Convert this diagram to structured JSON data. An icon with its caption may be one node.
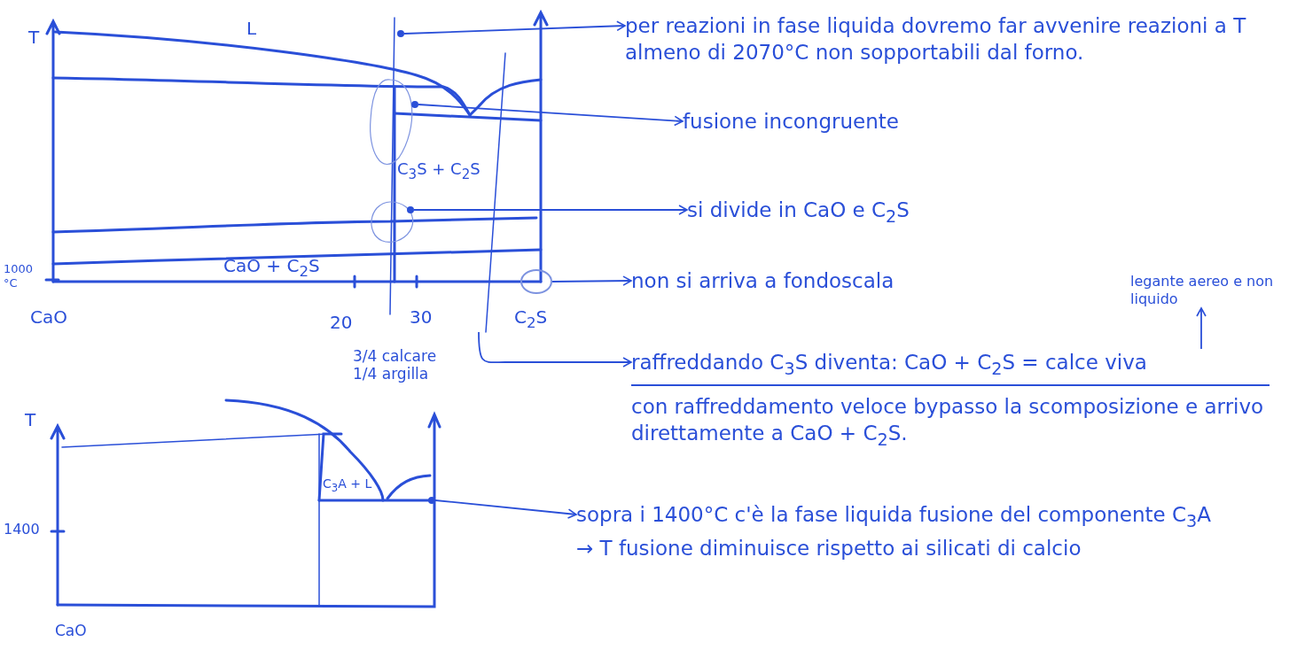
{
  "diagram": {
    "nodes": [
      {
        "text": [],
        "shape": "picture"
      },
      {
        "text": [],
        "shape": "circle",
        "in": 0
      },
      {
        "text": [
          "per reazioni in fase liquida dovremo far avvenire reazioni a T almeno di 2070°C non sopportabili dal forno."
        ]
      },
      {
        "text": [],
        "shape": "circle",
        "in": 0
      },
      {
        "text": [
          "fusione incongruente"
        ]
      },
      {
        "text": [],
        "shape": "circle",
        "in": 0
      },
      {
        "text": [
          "si divide in CaO e C$_{2}$S"
        ]
      },
      {
        "text": [],
        "shape": "circle",
        "in": 0
      },
      {
        "text": [
          "non si arriva a fondoscala"
        ]
      },
      {
        "text": [
          "raffreddando C$_{3}$S diventa: CaO + C$_{2}$S = calce viva"
        ],
        "beside": [
          "con raffreddamento veloce bypasso la scomposizione e arrivo direttamente a CaO + C$_{2}$S."
        ]
      },
      {
        "text": [
          "legante aereo e non liquido"
        ]
      },
      {
        "text": [],
        "shape": "picture"
      },
      {
        "text": [],
        "shape": "circle",
        "in": 11
      },
      {
        "text": [
          "sopra i 1400°C c'è la fase liquida fusione del componente C$_{3}$A → T fusione diminuisce rispetto ai silicati di calcio"
        ]
      }
    ],
    "edges": [
      {
        "from": 1,
        "to": 2,
        "arrow": "to"
      },
      {
        "from": 3,
        "to": 4,
        "arrow": "to"
      },
      {
        "from": 5,
        "to": 6,
        "arrow": "to"
      },
      {
        "from": 7,
        "to": 8,
        "arrow": "to"
      },
      {
        "from": 0,
        "to": 9,
        "arrow": "to"
      },
      {
        "from": 9,
        "to": 10,
        "arrow": "to"
      },
      {
        "from": 12,
        "to": 13,
        "arrow": "to"
      }
    ],
    "labels": [
      "T",
      "L",
      "C$_{3}$S + C$_{2}$S",
      "1000 °C",
      "CaO + C$_{2}$S",
      "CaO",
      "20",
      "30",
      "C$_{2}$S",
      "3/4 calcare 1/4 argilla",
      "T",
      "C$_{3}$A + L",
      "1400",
      "CaO"
    ]
  }
}
